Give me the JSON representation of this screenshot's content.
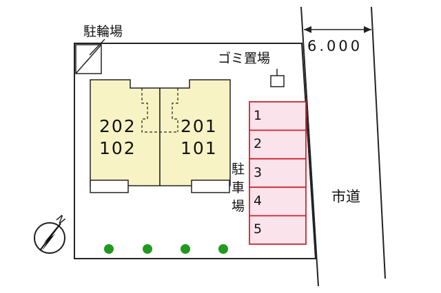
{
  "colors": {
    "building_fill": "#f7f3c4",
    "parking_fill": "#fae3ea",
    "parking_border": "#cc2233",
    "tree": "#1f9a1f",
    "line": "#222222"
  },
  "labels": {
    "bicycle_parking": "駐輪場",
    "garbage": "ゴミ置場",
    "road_width": "6.000",
    "city_road": "市道",
    "parking_v1": "駐",
    "parking_v2": "車",
    "parking_v3": "場",
    "compass_n": "N"
  },
  "units": {
    "left_top": "202",
    "left_bottom": "102",
    "right_top": "201",
    "right_bottom": "101"
  },
  "parking_spaces": [
    "1",
    "2",
    "3",
    "4",
    "5"
  ],
  "icons": {
    "compass": "compass-north-arrow-icon",
    "tree": "tree-circle-icon"
  }
}
